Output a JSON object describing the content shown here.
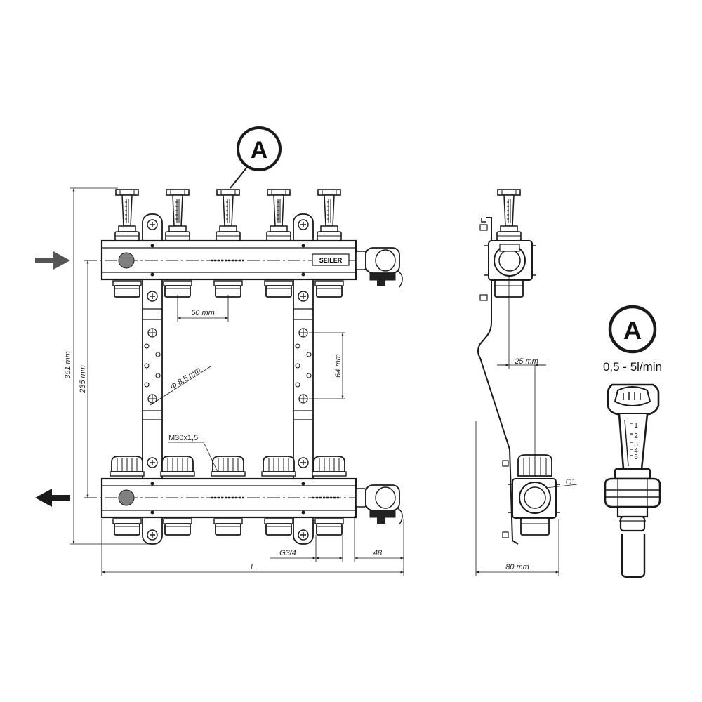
{
  "callout": {
    "label": "A"
  },
  "detail": {
    "label": "A",
    "flow_range": "0,5 - 5l/min",
    "scale_marks": [
      "1",
      "2",
      "3",
      "4",
      "5"
    ]
  },
  "brand": "SEILER",
  "dimensions": {
    "height_total": "351 mm",
    "height_axis": "235 mm",
    "outlet_spacing": "50 mm",
    "bracket_hole_spacing": "64 mm",
    "hole_diameter": "Φ 8,5 mm",
    "thread": "M30x1,5",
    "outlet_thread": "G3/4",
    "end_fitting": "48",
    "length": "L",
    "side_offset": "25 mm",
    "side_thread": "G1",
    "side_depth": "80 mm"
  },
  "colors": {
    "line": "#1a1a1a",
    "arrow": "#555555",
    "port": "#808080"
  }
}
